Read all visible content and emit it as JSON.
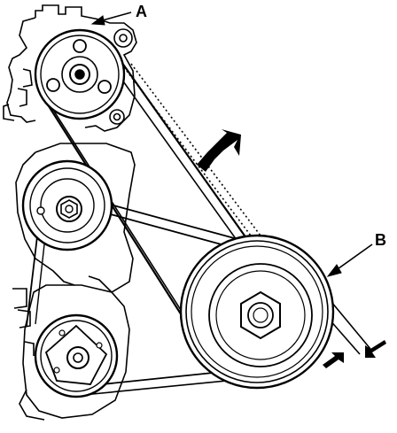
{
  "diagram": {
    "callouts": {
      "a": "A",
      "b": "B"
    },
    "components": [
      {
        "id": "pulley-a",
        "name": "upper-pulley-a-with-mounting-bracket"
      },
      {
        "id": "idler",
        "name": "idler-tensioner-pulley"
      },
      {
        "id": "lower-left",
        "name": "lower-left-pulley-on-pump-bracket"
      },
      {
        "id": "crank",
        "name": "large-crankshaft-pulley-b"
      }
    ],
    "arrows": {
      "direction_arrow": "large-filled-arrow-on-belt",
      "gap_arrows": "pair-of-arrows-indicating-belt-gap"
    },
    "colors": {
      "ink": "#000000",
      "paper": "#ffffff"
    }
  }
}
